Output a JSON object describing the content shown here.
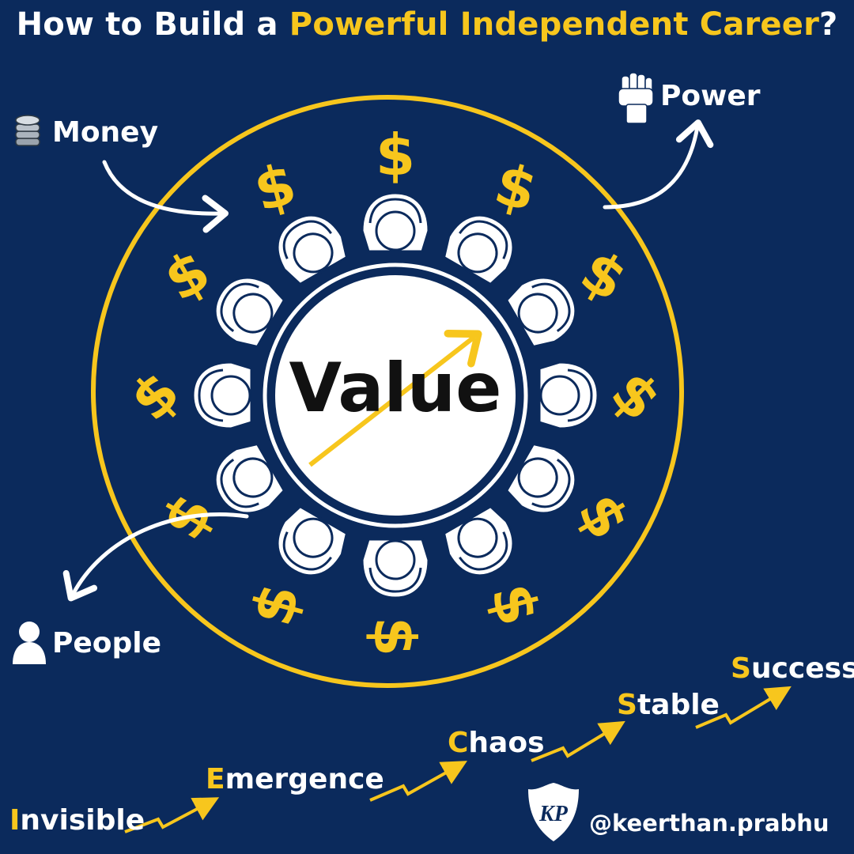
{
  "title": {
    "prefix": "How to Build a ",
    "highlight": "Powerful Independent Career",
    "suffix": "?"
  },
  "center": {
    "text": "Value"
  },
  "outputs": {
    "money": "Money",
    "power": "Power",
    "people": "People"
  },
  "currency_symbol": "$",
  "stages": [
    {
      "first": "I",
      "rest": "nvisible"
    },
    {
      "first": "E",
      "rest": "mergence"
    },
    {
      "first": "C",
      "rest": "haos"
    },
    {
      "first": "S",
      "rest": "table"
    },
    {
      "first": "S",
      "rest": "uccess"
    }
  ],
  "handle": "@keerthan.prabhu",
  "logo": {
    "monogram": "KP"
  },
  "icons": {
    "money": "coin-stack-icon",
    "power": "raised-fist-icon",
    "people": "person-icon"
  },
  "colors": {
    "background": "#0b2a5c",
    "accent": "#f7c61d",
    "text": "#ffffff",
    "center_fill": "#ffffff",
    "center_text": "#111111"
  }
}
